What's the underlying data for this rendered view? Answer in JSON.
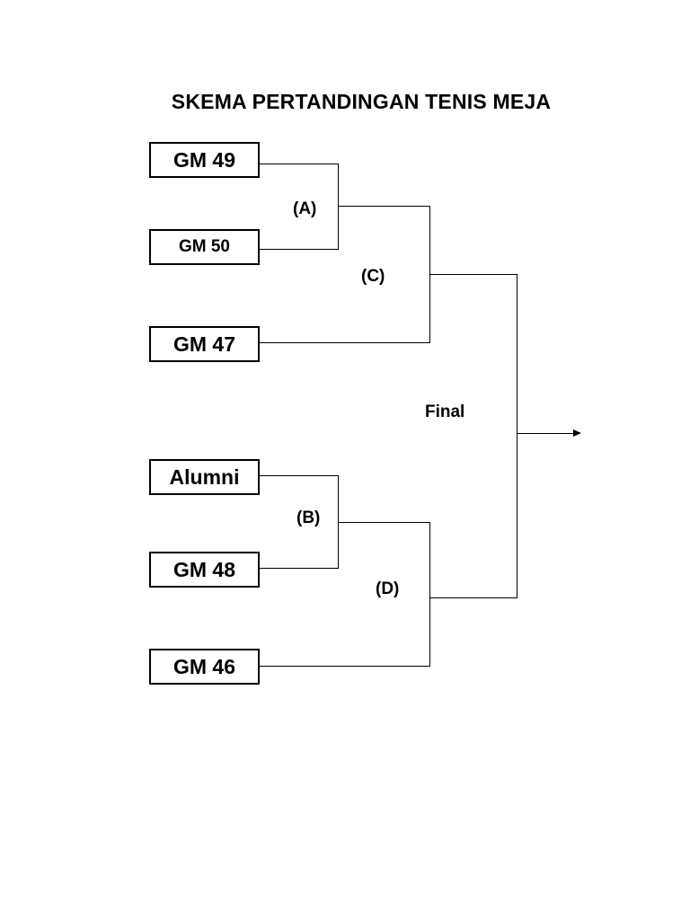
{
  "title": "SKEMA PERTANDINGAN TENIS MEJA",
  "teams": {
    "gm49": "GM 49",
    "gm50": "GM 50",
    "gm47": "GM 47",
    "alumni": "Alumni",
    "gm48": "GM 48",
    "gm46": "GM 46"
  },
  "matches": {
    "a": "(A)",
    "b": "(B)",
    "c": "(C)",
    "d": "(D)",
    "final": "Final"
  }
}
